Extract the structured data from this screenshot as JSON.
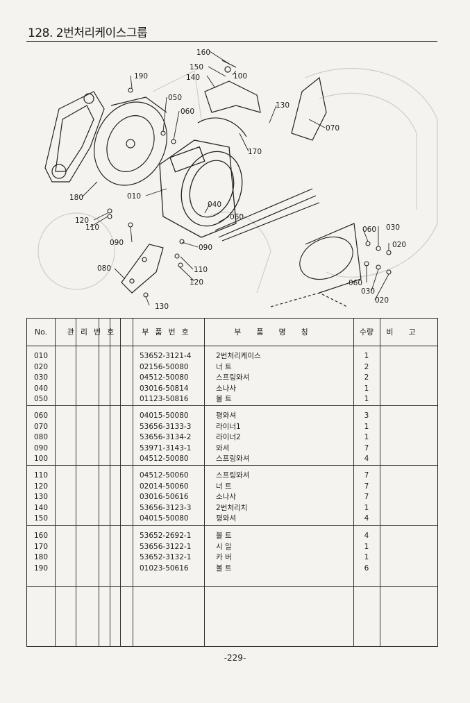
{
  "page": {
    "title": "128. 2번처리케이스그룹",
    "page_number": "-229-"
  },
  "diagram": {
    "callouts": [
      "160",
      "150",
      "140",
      "100",
      "190",
      "050",
      "060",
      "130",
      "070",
      "170",
      "180",
      "010",
      "040",
      "060",
      "120",
      "110",
      "090",
      "090",
      "080",
      "110",
      "120",
      "130",
      "060",
      "030",
      "020",
      "060",
      "030",
      "020"
    ]
  },
  "table": {
    "headers": {
      "no": "No.",
      "management_no": "관리번호",
      "part_no": "부품번호",
      "part_name": "부품명칭",
      "qty": "수량",
      "remarks": "비고"
    },
    "rows": [
      {
        "no": "010",
        "part_no": "53652-3121-4",
        "name": "2번처리케이스",
        "qty": "1"
      },
      {
        "no": "020",
        "part_no": "02156-50080",
        "name": "너 트",
        "qty": "2"
      },
      {
        "no": "030",
        "part_no": "04512-50080",
        "name": "스프링와셔",
        "qty": "2"
      },
      {
        "no": "040",
        "part_no": "03016-50814",
        "name": "소나사",
        "qty": "1"
      },
      {
        "no": "050",
        "part_no": "01123-50816",
        "name": "볼 트",
        "qty": "1"
      },
      {
        "no": "060",
        "part_no": "04015-50080",
        "name": "평와셔",
        "qty": "3"
      },
      {
        "no": "070",
        "part_no": "53656-3133-3",
        "name": "라이너1",
        "qty": "1"
      },
      {
        "no": "080",
        "part_no": "53656-3134-2",
        "name": "라이너2",
        "qty": "1"
      },
      {
        "no": "090",
        "part_no": "53971-3143-1",
        "name": "와셔",
        "qty": "7"
      },
      {
        "no": "100",
        "part_no": "04512-50080",
        "name": "스프링와셔",
        "qty": "4"
      },
      {
        "no": "110",
        "part_no": "04512-50060",
        "name": "스프링와셔",
        "qty": "7"
      },
      {
        "no": "120",
        "part_no": "02014-50060",
        "name": "너 트",
        "qty": "7"
      },
      {
        "no": "130",
        "part_no": "03016-50616",
        "name": "소나사",
        "qty": "7"
      },
      {
        "no": "140",
        "part_no": "53656-3123-3",
        "name": "2번처리치",
        "qty": "1"
      },
      {
        "no": "150",
        "part_no": "04015-50080",
        "name": "평와셔",
        "qty": "4"
      },
      {
        "no": "160",
        "part_no": "53652-2692-1",
        "name": "볼 트",
        "qty": "4"
      },
      {
        "no": "170",
        "part_no": "53656-3122-1",
        "name": "시 일",
        "qty": "1"
      },
      {
        "no": "180",
        "part_no": "53652-3132-1",
        "name": "카 버",
        "qty": "1"
      },
      {
        "no": "190",
        "part_no": "01023-50616",
        "name": "볼 트",
        "qty": "6"
      }
    ]
  }
}
